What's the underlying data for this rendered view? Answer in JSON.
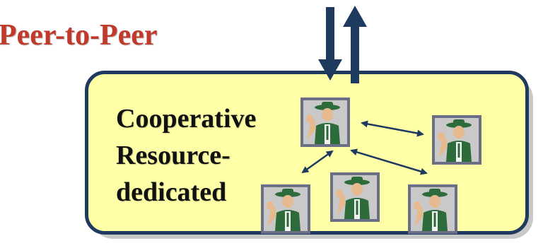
{
  "title": "Peer-to-Peer",
  "box_labels": [
    "Cooperative",
    "Resource-",
    "dedicated"
  ],
  "peer_icon": "ranger-person-icon",
  "colors": {
    "title": "#c0392b",
    "panel_fill": "#ffffa8",
    "panel_border": "#1f3a5f",
    "arrow": "#1f3a5f"
  }
}
